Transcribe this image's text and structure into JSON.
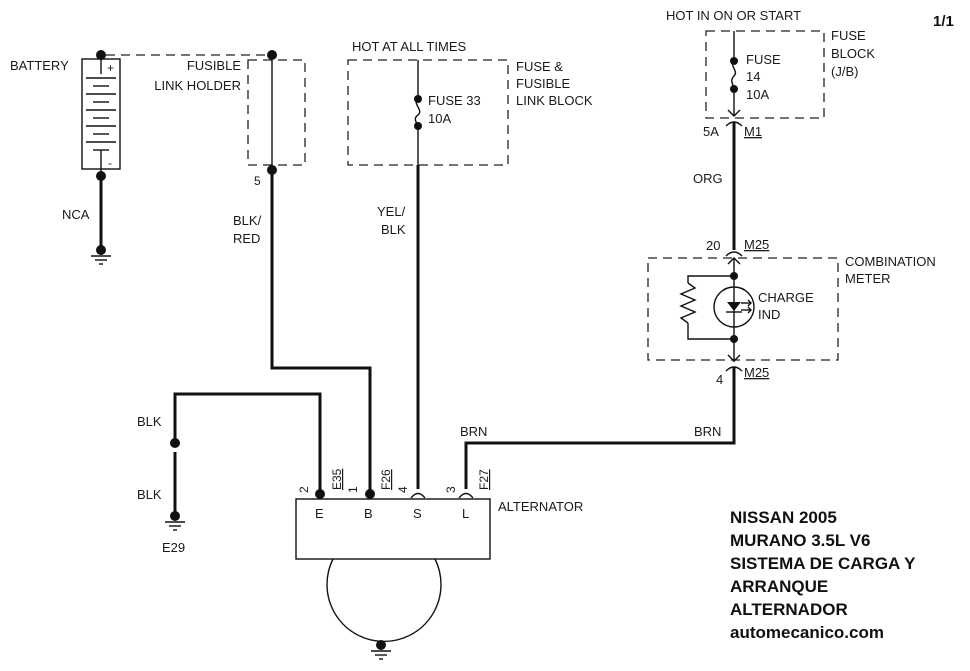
{
  "page_number": "1/1",
  "components": {
    "battery": {
      "label": "BATTERY",
      "plus": "+",
      "minus": "-"
    },
    "fusible_link_holder": {
      "label_line1": "FUSIBLE",
      "label_line2": "LINK HOLDER",
      "pin": "5"
    },
    "fuse33_block": {
      "supply": "HOT AT ALL TIMES",
      "label_line1": "FUSE &",
      "label_line2": "FUSIBLE",
      "label_line3": "LINK BLOCK",
      "fuse_name": "FUSE 33",
      "fuse_rating": "10A"
    },
    "fuse14_block": {
      "supply": "HOT IN ON OR START",
      "label_line1": "FUSE",
      "label_line2": "BLOCK",
      "label_line3": "(J/B)",
      "fuse_name": "FUSE",
      "fuse_number": "14",
      "fuse_rating": "10A",
      "pin": "5A",
      "connector": "M1"
    },
    "combination_meter": {
      "label_line1": "COMBINATION",
      "label_line2": "METER",
      "indicator_line1": "CHARGE",
      "indicator_line2": "IND",
      "top_pin": "20",
      "top_connector": "M25",
      "bottom_pin": "4",
      "bottom_connector": "M25"
    },
    "alternator": {
      "label": "ALTERNATOR",
      "terminals": [
        {
          "name": "E",
          "pin": "2",
          "connector": "E35"
        },
        {
          "name": "B",
          "pin": "1",
          "connector": "F26"
        },
        {
          "name": "S",
          "pin": "4",
          "connector": ""
        },
        {
          "name": "L",
          "pin": "3",
          "connector": "F27"
        }
      ]
    },
    "ground_e29": {
      "label": "E29"
    }
  },
  "wires": {
    "battery_ground": "NCA",
    "b_terminal_line1": "BLK/",
    "b_terminal_line2": "RED",
    "s_terminal_line1": "YEL/",
    "s_terminal_line2": "BLK",
    "fuse14_to_meter": "ORG",
    "e_ground_upper": "BLK",
    "e_ground_lower": "BLK",
    "l_terminal_left": "BRN",
    "l_terminal_right": "BRN"
  },
  "title_block": {
    "line1": "NISSAN 2005",
    "line2": "MURANO 3.5L V6",
    "line3": "SISTEMA DE CARGA Y",
    "line4": "ARRANQUE",
    "line5": "ALTERNADOR",
    "line6": "automecanico.com"
  }
}
